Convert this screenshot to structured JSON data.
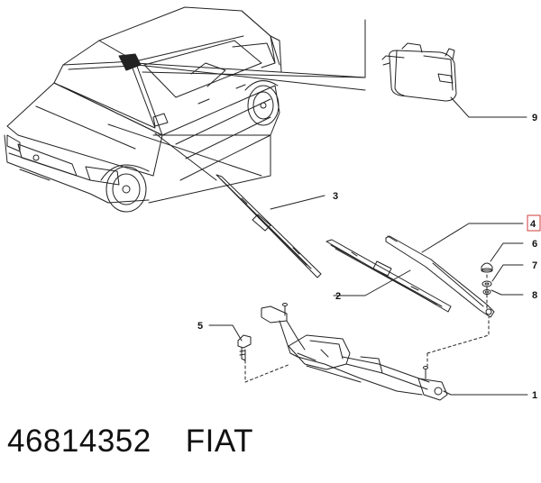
{
  "callouts": {
    "c1": "1",
    "c2": "2",
    "c3": "3",
    "c4": "4",
    "c5": "5",
    "c6": "6",
    "c7": "7",
    "c8": "8",
    "c9": "9"
  },
  "footer": {
    "part_number": "46814352",
    "brand": "FIAT"
  },
  "colors": {
    "line": "#222222",
    "highlight_box": "#d23b3b"
  }
}
